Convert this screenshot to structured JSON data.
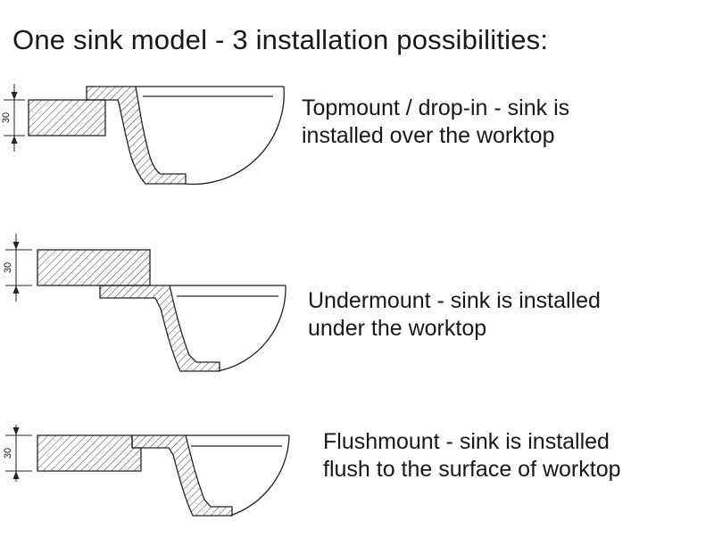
{
  "title": "One sink model - 3 installation possibilities:",
  "dimension_mm": "30",
  "installations": [
    {
      "id": "topmount",
      "description": "Topmount / drop-in - sink is\ninstalled over the worktop"
    },
    {
      "id": "undermount",
      "description": "Undermount - sink is installed\nunder the worktop"
    },
    {
      "id": "flushmount",
      "description": "Flushmount - sink is installed\nflush to the surface of worktop"
    }
  ]
}
